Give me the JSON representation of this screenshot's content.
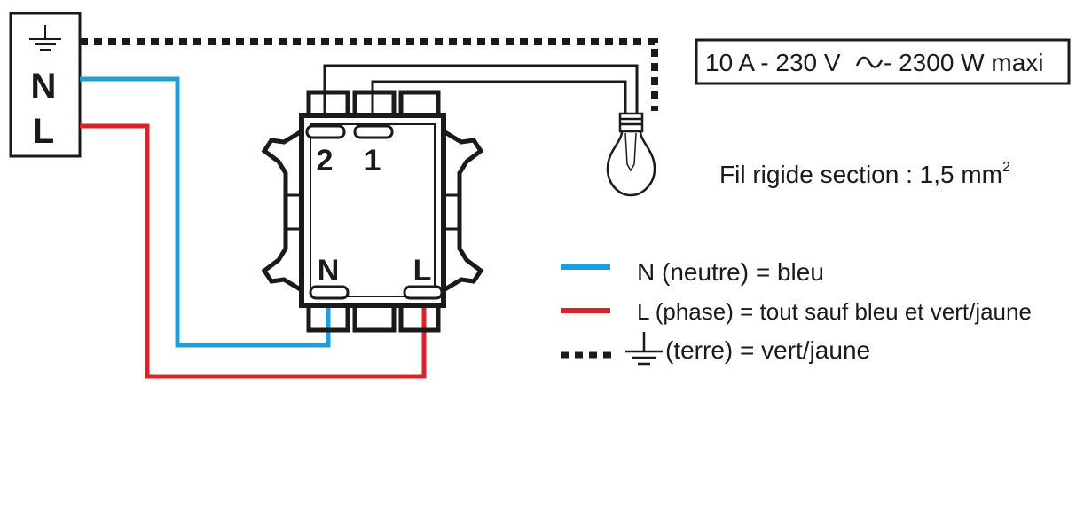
{
  "supply_box": {
    "neutral_label": "N",
    "phase_label": "L",
    "earth_symbol": "earth-ground-icon"
  },
  "switch": {
    "terminal_2": "2",
    "terminal_1": "1",
    "terminal_n": "N",
    "terminal_l": "L"
  },
  "rating": {
    "prefix": "10 A - 230 V",
    "ac_symbol": "ac-sine-icon",
    "suffix": "- 2300 W maxi"
  },
  "wire_section": {
    "text": "Fil rigide section : 1,5 mm",
    "superscript": "2"
  },
  "legend": {
    "neutral": "N (neutre) = bleu",
    "phase": "L (phase) = tout sauf bleu et vert/jaune",
    "earth": "(terre) = vert/jaune"
  },
  "colors": {
    "neutral_wire": "#1ba0dc",
    "phase_wire": "#d8232a",
    "earth_wire": "#1a1a1a",
    "line": "#1a1a1a"
  }
}
